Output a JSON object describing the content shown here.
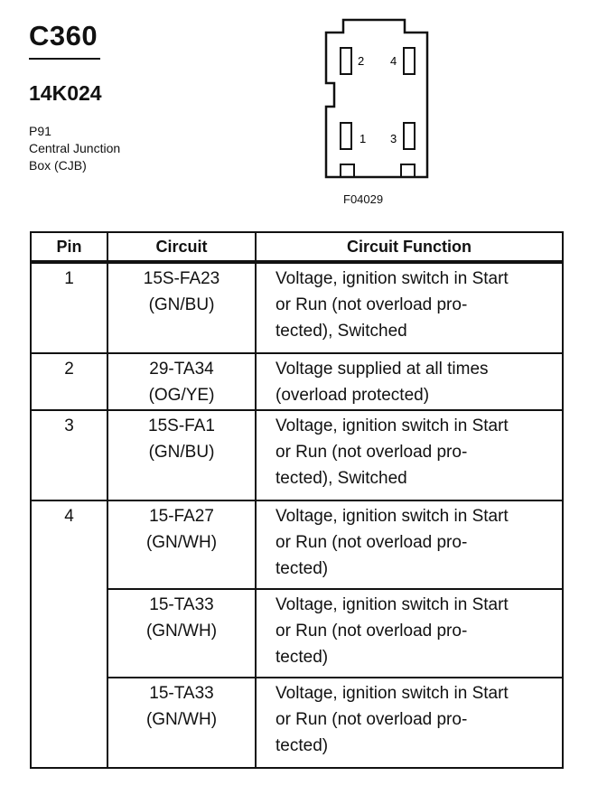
{
  "header": {
    "connector_id": "C360",
    "part_number": "14K024",
    "location": [
      "P91",
      "Central Junction",
      "Box (CJB)"
    ],
    "figure_code": "F04029"
  },
  "diagram": {
    "pin_labels": {
      "p1": "1",
      "p2": "2",
      "p3": "3",
      "p4": "4"
    }
  },
  "table": {
    "headers": {
      "pin": "Pin",
      "circuit": "Circuit",
      "function": "Circuit Function"
    },
    "rows": [
      {
        "pin": "1",
        "circuit": [
          "15S-FA23",
          "(GN/BU)"
        ],
        "function": [
          "Voltage, ignition switch in Start",
          "or Run (not overload pro-",
          "tected), Switched"
        ]
      },
      {
        "pin": "2",
        "circuit": [
          "29-TA34",
          "(OG/YE)"
        ],
        "function": [
          "Voltage supplied at all times",
          "(overload protected)"
        ]
      },
      {
        "pin": "3",
        "circuit": [
          "15S-FA1",
          "(GN/BU)"
        ],
        "function": [
          "Voltage, ignition switch in Start",
          "or Run (not overload pro-",
          "tected), Switched"
        ]
      },
      {
        "pin": "4",
        "circuit": [
          "15-FA27",
          "(GN/WH)"
        ],
        "function": [
          "Voltage, ignition switch in Start",
          "or Run (not overload pro-",
          "tected)"
        ]
      },
      {
        "pin": "",
        "circuit": [
          "15-TA33",
          "(GN/WH)"
        ],
        "function": [
          "Voltage, ignition switch in Start",
          "or Run (not overload pro-",
          "tected)"
        ]
      },
      {
        "pin": "",
        "circuit": [
          "15-TA33",
          "(GN/WH)"
        ],
        "function": [
          "Voltage, ignition switch in Start",
          "or Run (not overload pro-",
          "tected)"
        ]
      }
    ]
  }
}
